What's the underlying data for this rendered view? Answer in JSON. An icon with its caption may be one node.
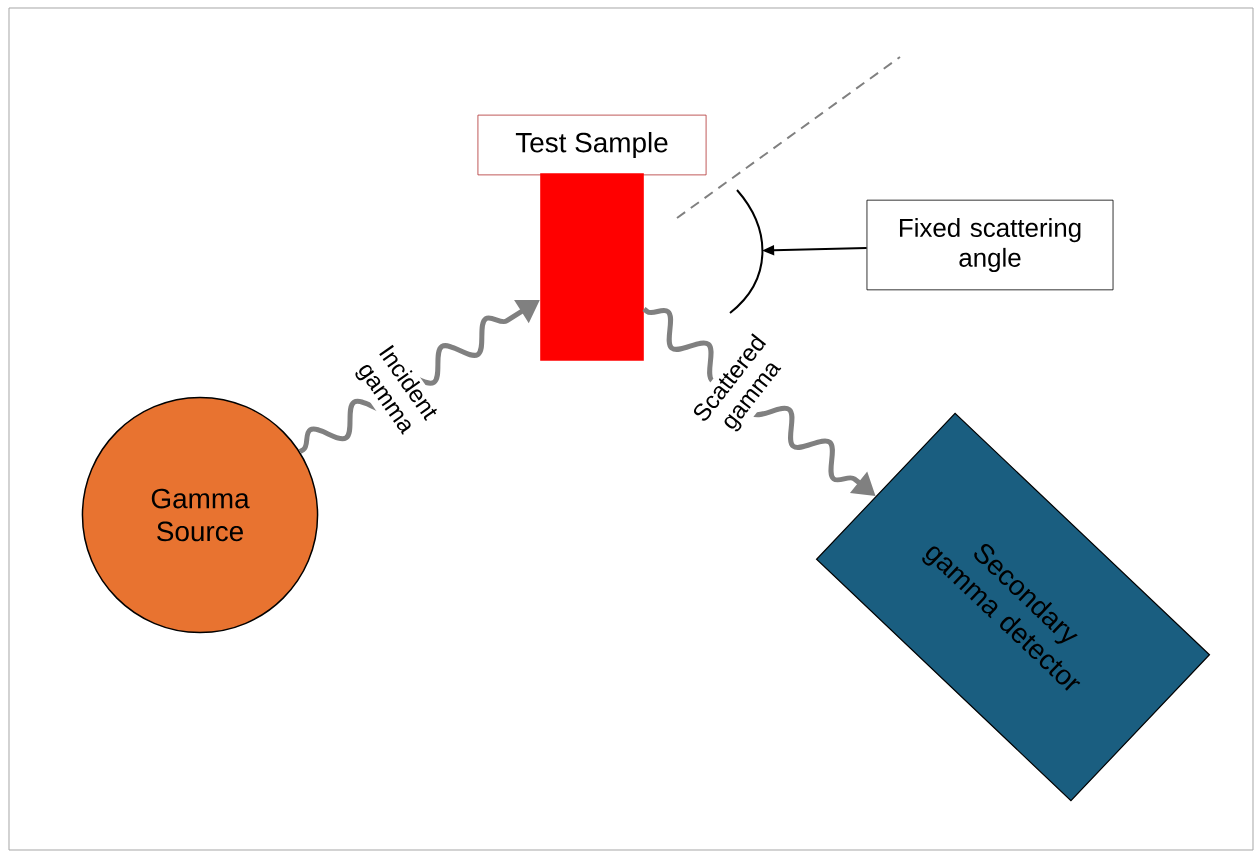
{
  "diagram": {
    "nodes": [
      {
        "text": [
          "Gamma Source"
        ]
      },
      {
        "text": [
          "Test Sample"
        ]
      },
      {
        "text": [],
        "shape": "bar"
      },
      {
        "text": [
          "Secondary gamma detector"
        ]
      },
      {
        "text": [
          "Fixed scattering angle"
        ]
      },
      {
        "text": [],
        "shape": "arc"
      }
    ],
    "edges": [
      {
        "from": 0,
        "to": 2,
        "arrow": "to",
        "label": "Incident gamma"
      },
      {
        "from": 2,
        "to": 3,
        "arrow": "to",
        "label": "Scattered gamma"
      },
      {
        "from": 4,
        "to": 5,
        "arrow": "to",
        "color": "#000000"
      }
    ]
  }
}
